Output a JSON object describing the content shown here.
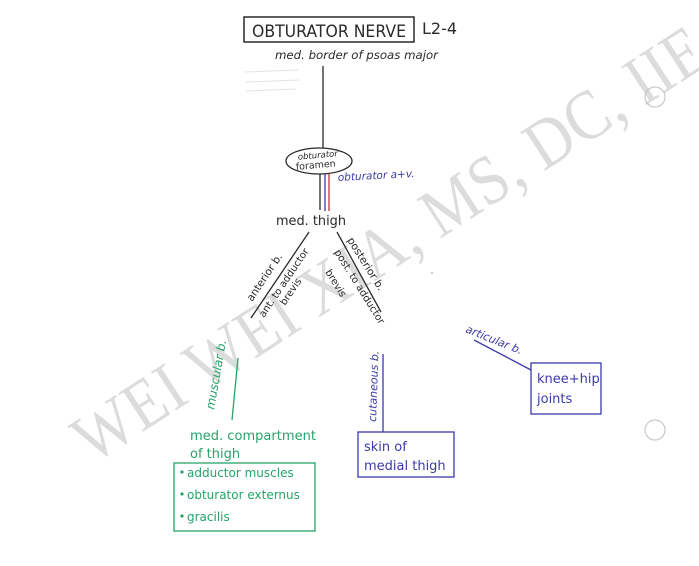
{
  "colors": {
    "ink": "#2a2a2a",
    "blue": "#3c3aa8",
    "green": "#27a36a",
    "red": "#c4323c",
    "watermark": "#9a9a9a",
    "hole": "#c9c9c9"
  },
  "watermark": "WEI WEI XIA, MS, DC, IIE",
  "title": {
    "nerve": "OBTURATOR NERVE",
    "roots": "L2-4",
    "origin": "med. border of psoas major"
  },
  "foramen": {
    "line1": "obturator",
    "line2": "foramen",
    "vessels": "obturator a+v."
  },
  "thigh_label": "med. thigh",
  "anterior": {
    "branch": "anterior b.",
    "relation": "ant. to adductor brevis"
  },
  "posterior": {
    "branch": "posterior b.",
    "relation": "post. to adductor brevis"
  },
  "muscular": {
    "branch": "muscular b.",
    "target_line1": "med. compartment",
    "target_line2": "of thigh",
    "items": [
      "adductor muscles",
      "obturator externus",
      "gracilis"
    ]
  },
  "cutaneous": {
    "branch": "cutaneous b.",
    "box_line1": "skin of",
    "box_line2": "medial thigh"
  },
  "articular": {
    "branch": "articular b.",
    "box_line1": "knee+hip",
    "box_line2": "joints"
  }
}
